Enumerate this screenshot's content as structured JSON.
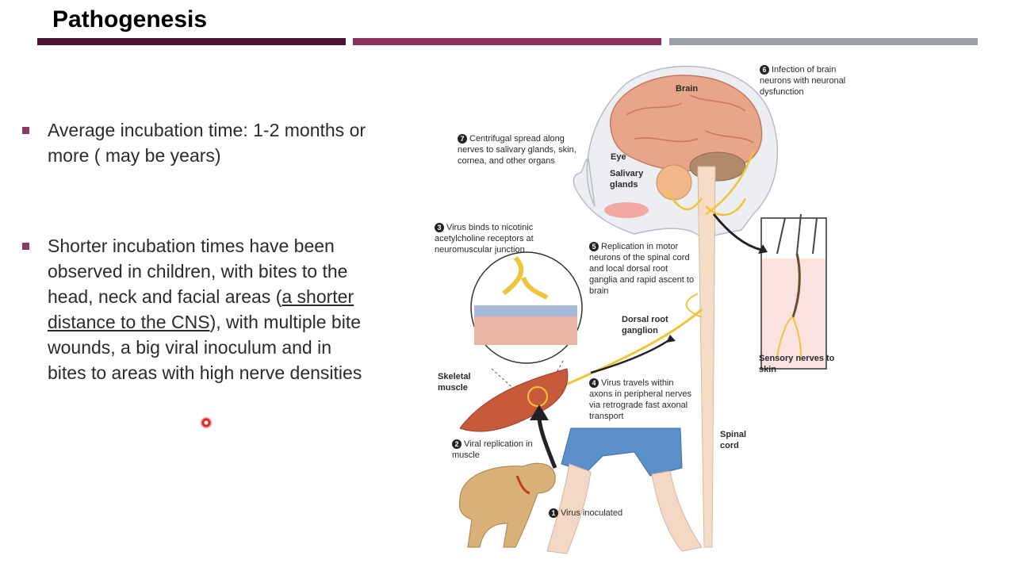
{
  "slide": {
    "title": "Pathogenesis",
    "bar_colors": [
      "#4a1530",
      "#8b2f5e",
      "#9aa0a6"
    ],
    "bullet_color": "#8b3a66"
  },
  "bullets": [
    {
      "text": "Average incubation time:  1-2 months or more ( may be years)"
    },
    {
      "text_before": "Shorter incubation times have been observed in children, with bites to the head, neck and facial areas (",
      "underlined": "a shorter distance to the CNS",
      "text_after": "), with multiple bite wounds, a big viral inoculum and in bites to areas with high nerve densities"
    }
  ],
  "figure": {
    "labels": {
      "brain": "Brain",
      "eye": "Eye",
      "salivary_glands": "Salivary glands",
      "dorsal_root_ganglion": "Dorsal root ganglion",
      "skeletal_muscle": "Skeletal muscle",
      "spinal_cord": "Spinal cord",
      "sensory_nerves": "Sensory nerves to skin"
    },
    "steps": [
      {
        "num": "1",
        "text": "Virus inoculated"
      },
      {
        "num": "2",
        "text": "Viral replication in muscle"
      },
      {
        "num": "3",
        "text": "Virus binds to nicotinic acetylcholine receptors at neuromuscular junction"
      },
      {
        "num": "4",
        "text": "Virus travels within axons in peripheral nerves via retrograde fast axonal transport"
      },
      {
        "num": "5",
        "text": "Replication in motor neurons of the spinal cord and local dorsal root ganglia and rapid ascent to brain"
      },
      {
        "num": "6",
        "text": "Infection of brain neurons with neuronal dysfunction"
      },
      {
        "num": "7",
        "text": "Centrifugal spread along nerves to salivary glands, skin, cornea, and other organs"
      }
    ]
  }
}
